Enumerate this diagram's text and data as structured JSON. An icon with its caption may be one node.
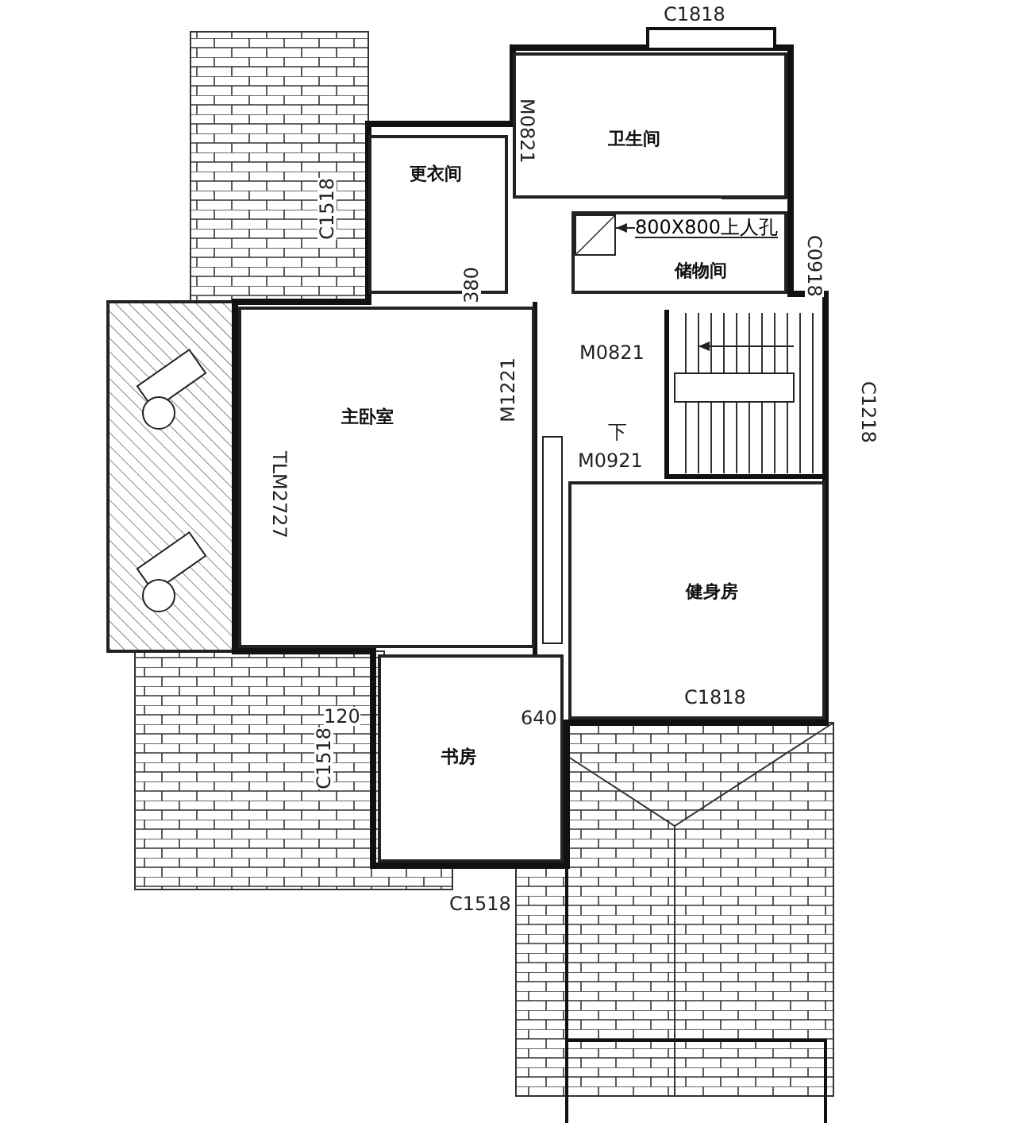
{
  "diagram": {
    "nodes": [
      {
        "text": [
          "卫生间"
        ]
      },
      {
        "text": [
          "更衣间"
        ]
      },
      {
        "text": [],
        "shape": "box",
        "in": 4
      },
      {
        "text": [
          "800X800上人孔"
        ],
        "in": 4
      },
      {
        "text": [
          "储物间"
        ]
      },
      {
        "text": [
          "主卧室"
        ]
      },
      {
        "text": [
          "健身房"
        ]
      },
      {
        "text": [
          "书房"
        ]
      }
    ],
    "edges": [
      {
        "from": 3,
        "to": 2,
        "arrow": "to"
      }
    ],
    "labels": [
      "C1818",
      "C1518",
      "M0821",
      "C0918",
      "380",
      "M0821",
      "M1221",
      "C1218",
      "下",
      "M0921",
      "TLM2727",
      "C1818",
      "120",
      "640",
      "C1518",
      "C1518"
    ]
  }
}
